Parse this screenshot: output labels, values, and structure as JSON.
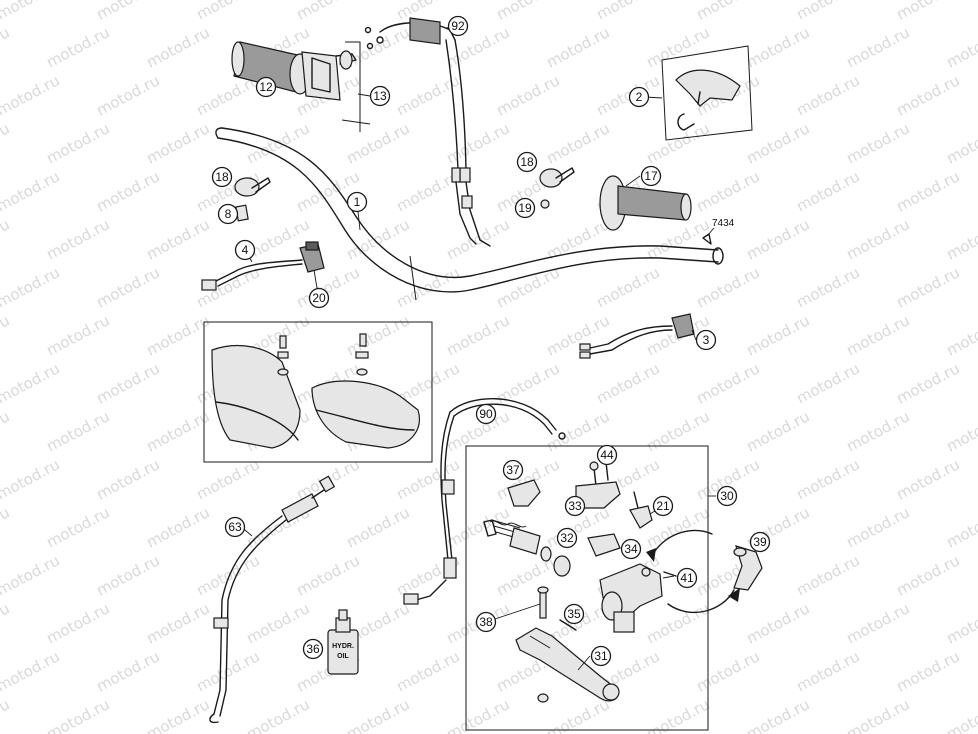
{
  "watermark": "motod.ru",
  "callouts": [
    {
      "id": "p1",
      "label": "1"
    },
    {
      "id": "p2",
      "label": "2"
    },
    {
      "id": "p3",
      "label": "3"
    },
    {
      "id": "p4",
      "label": "4"
    },
    {
      "id": "p8",
      "label": "8"
    },
    {
      "id": "p12",
      "label": "12"
    },
    {
      "id": "p13",
      "label": "13"
    },
    {
      "id": "p17",
      "label": "17"
    },
    {
      "id": "p18a",
      "label": "18"
    },
    {
      "id": "p18b",
      "label": "18"
    },
    {
      "id": "p19",
      "label": "19"
    },
    {
      "id": "p20",
      "label": "20"
    },
    {
      "id": "p21",
      "label": "21"
    },
    {
      "id": "p30",
      "label": "30"
    },
    {
      "id": "p31",
      "label": "31"
    },
    {
      "id": "p32",
      "label": "32"
    },
    {
      "id": "p33",
      "label": "33"
    },
    {
      "id": "p34",
      "label": "34"
    },
    {
      "id": "p35",
      "label": "35"
    },
    {
      "id": "p36",
      "label": "36"
    },
    {
      "id": "p37",
      "label": "37"
    },
    {
      "id": "p38",
      "label": "38"
    },
    {
      "id": "p39",
      "label": "39"
    },
    {
      "id": "p41",
      "label": "41"
    },
    {
      "id": "p44",
      "label": "44"
    },
    {
      "id": "p63",
      "label": "63"
    },
    {
      "id": "p90",
      "label": "90"
    },
    {
      "id": "p92",
      "label": "92"
    }
  ],
  "notes": {
    "ref_7434": "7434"
  },
  "bottle": {
    "line1": "HYDR.",
    "line2": "OIL"
  }
}
